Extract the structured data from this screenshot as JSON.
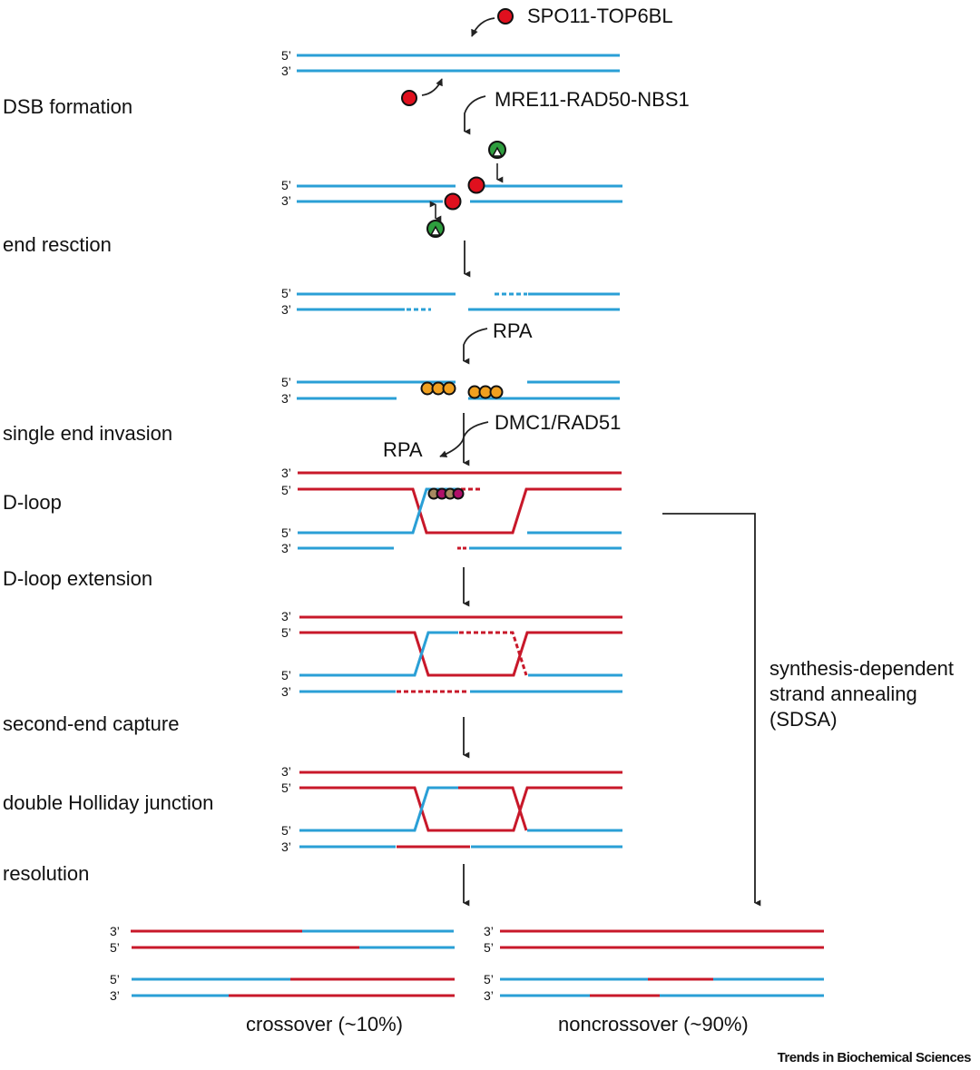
{
  "colors": {
    "blue_strand": "#2a9fd6",
    "red_strand": "#c8182a",
    "spo11": "#e0101e",
    "mre11": "#2e9e3e",
    "rpa": "#f0a020",
    "dmc1": "#b0106a",
    "rad51": "#a88a60",
    "arrow": "#222222"
  },
  "stages": [
    {
      "id": "dsb-formation",
      "label": "DSB formation"
    },
    {
      "id": "end-resection",
      "label": "end resction"
    },
    {
      "id": "single-end-invasion",
      "label": "single end invasion"
    },
    {
      "id": "d-loop",
      "label": "D-loop"
    },
    {
      "id": "d-loop-extension",
      "label": "D-loop extension"
    },
    {
      "id": "second-end-capture",
      "label": "second-end capture"
    },
    {
      "id": "double-holliday-junction",
      "label": "double Holliday junction"
    },
    {
      "id": "resolution",
      "label": "resolution"
    }
  ],
  "proteins": {
    "spo11": "SPO11-TOP6BL",
    "mre11": "MRE11-RAD50-NBS1",
    "rpa": "RPA",
    "dmc1": "DMC1/RAD51",
    "rpa_release": "RPA"
  },
  "ends": {
    "five": "5’",
    "three": "3’"
  },
  "sdsa": {
    "line1": "synthesis-dependent",
    "line2": "strand annealing",
    "line3": "(SDSA)"
  },
  "outcomes": {
    "crossover": "crossover (~10%)",
    "noncrossover": "noncrossover (~90%)"
  },
  "credit": "Trends in Biochemical Sciences"
}
